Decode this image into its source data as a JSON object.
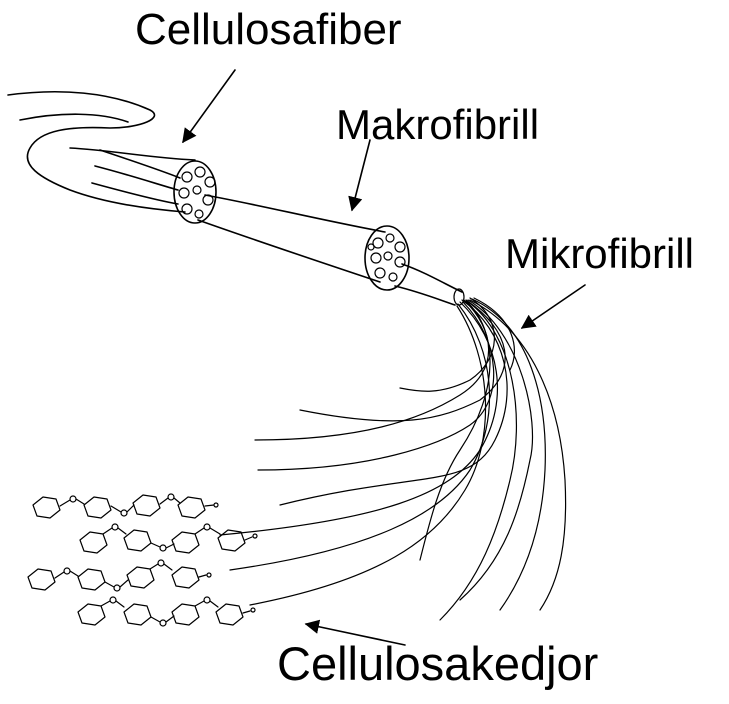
{
  "labels": {
    "cellulosafiber": "Cellulosafiber",
    "makrofibrill": "Makrofibrill",
    "mikrofibrill": "Mikrofibrill",
    "cellulosakedjor": "Cellulosakedjor"
  }
}
